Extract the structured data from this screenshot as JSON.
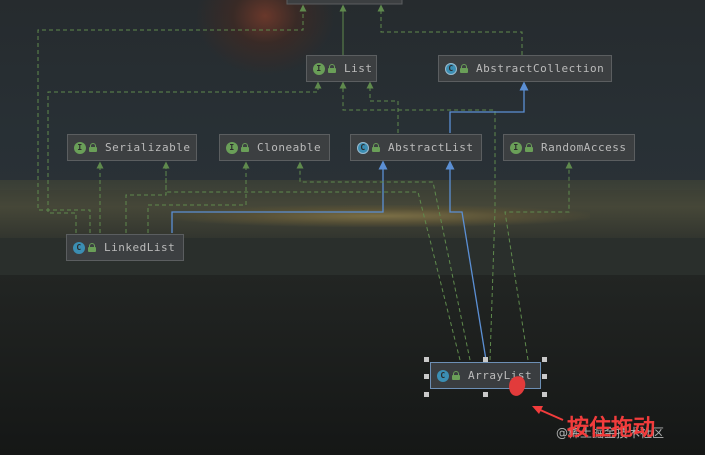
{
  "diagram": {
    "nodes": {
      "list": {
        "label": "List",
        "badge": "I"
      },
      "abstract_collection": {
        "label": "AbstractCollection",
        "badge": "C"
      },
      "serializable": {
        "label": "Serializable",
        "badge": "I"
      },
      "cloneable": {
        "label": "Cloneable",
        "badge": "I"
      },
      "abstract_list": {
        "label": "AbstractList",
        "badge": "C"
      },
      "random_access": {
        "label": "RandomAccess",
        "badge": "I"
      },
      "linked_list": {
        "label": "LinkedList",
        "badge": "C"
      },
      "array_list": {
        "label": "ArrayList",
        "badge": "C"
      }
    }
  },
  "annotation": {
    "text": "按住拖动"
  },
  "watermark": {
    "text": "@稀土掘金技术社区"
  },
  "colors": {
    "implements_edge": "#5f8a4d",
    "extends_edge": "#5b8fd4",
    "annotation": "#f23c3c",
    "node_bg": "#3c3f41",
    "interface_badge": "#6a9f58",
    "class_badge": "#3b8eb3"
  }
}
